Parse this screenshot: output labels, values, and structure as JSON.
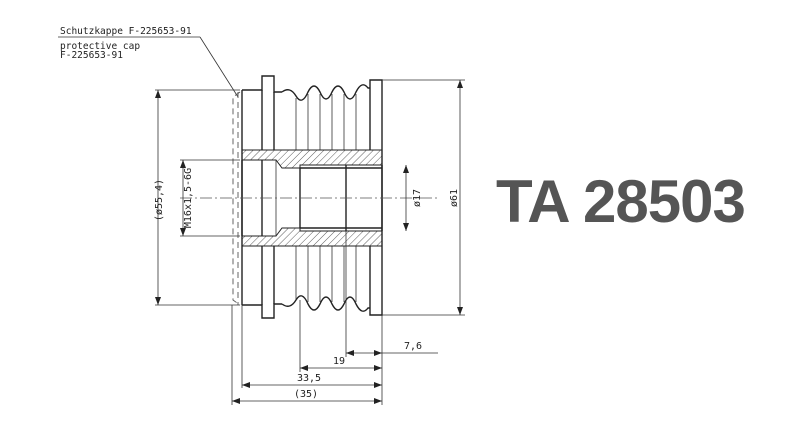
{
  "part_number": "TA 28503",
  "callout": {
    "line1": "Schutzkappe F-225653-91",
    "line2": "protective cap",
    "line3": "F-225653-91"
  },
  "dimensions": {
    "outer_diameter": "ø61",
    "groove_diameter": "(ø55,4)",
    "bore_diameter": "ø17",
    "thread": "M16x1,5-6G",
    "width_7_6": "7,6",
    "width_19": "19",
    "width_33_5": "33,5",
    "width_35": "(35)"
  },
  "colors": {
    "line": "#222222",
    "part_number_text": "#555555"
  }
}
